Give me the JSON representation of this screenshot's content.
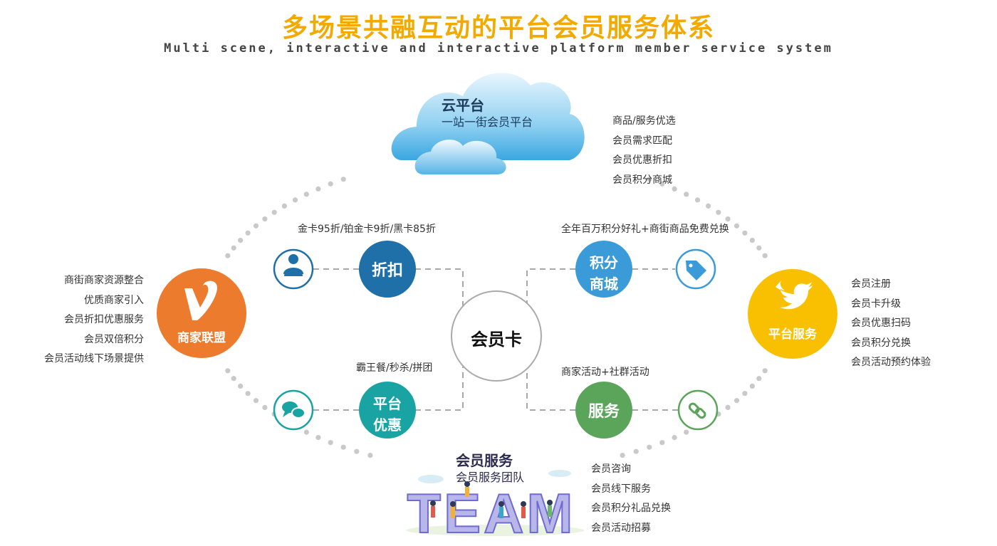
{
  "title": "多场景共融互动的平台会员服务体系",
  "subtitle": "Multi scene, interactive and interactive platform member service system",
  "colors": {
    "title": "#f2a900",
    "orange": "#ec7b2d",
    "yellow": "#f8c000",
    "blue_dark": "#1f6fa8",
    "blue_light": "#3a9bd8",
    "teal": "#1aa3a3",
    "green": "#5aa55a",
    "dots": "#c9c9c9"
  },
  "cloud": {
    "title": "云平台",
    "subtitle": "一站一街会员平台"
  },
  "center": {
    "label": "会员卡"
  },
  "alliance": {
    "label": "商家联盟",
    "icon": "v-logo-icon",
    "items": [
      "商街商家资源整合",
      "优质商家引入",
      "会员折扣优惠服务",
      "会员双倍积分",
      "会员活动线下场景提供"
    ]
  },
  "platform_service": {
    "label": "平台服务",
    "icon": "bird-icon",
    "items": [
      "会员注册",
      "会员卡升级",
      "会员优惠扫码",
      "会员积分兑换",
      "会员活动预约体验"
    ]
  },
  "top_right_list": {
    "items": [
      "商品/服务优选",
      "会员需求匹配",
      "会员优惠折扣",
      "会员积分商城"
    ]
  },
  "team": {
    "title": "会员服务",
    "subtitle": "会员服务团队",
    "word": "TEAM",
    "items": [
      "会员咨询",
      "会员线下服务",
      "会员积分礼品兑换",
      "会员活动招募"
    ]
  },
  "nodes": {
    "discount": {
      "label_line1": "折扣",
      "caption": "金卡95折/铂金卡9折/黑卡85折",
      "icon": "user-icon"
    },
    "points_mall": {
      "label_line1": "积分",
      "label_line2": "商城",
      "caption": "全年百万积分好礼+商街商品免费兑换",
      "icon": "tag-icon"
    },
    "platform_offer": {
      "label_line1": "平台",
      "label_line2": "优惠",
      "caption": "霸王餐/秒杀/拼团",
      "icon": "chat-bubbles-icon"
    },
    "service": {
      "label_line1": "服务",
      "caption": "商家活动+社群活动",
      "icon": "link-icon"
    }
  }
}
